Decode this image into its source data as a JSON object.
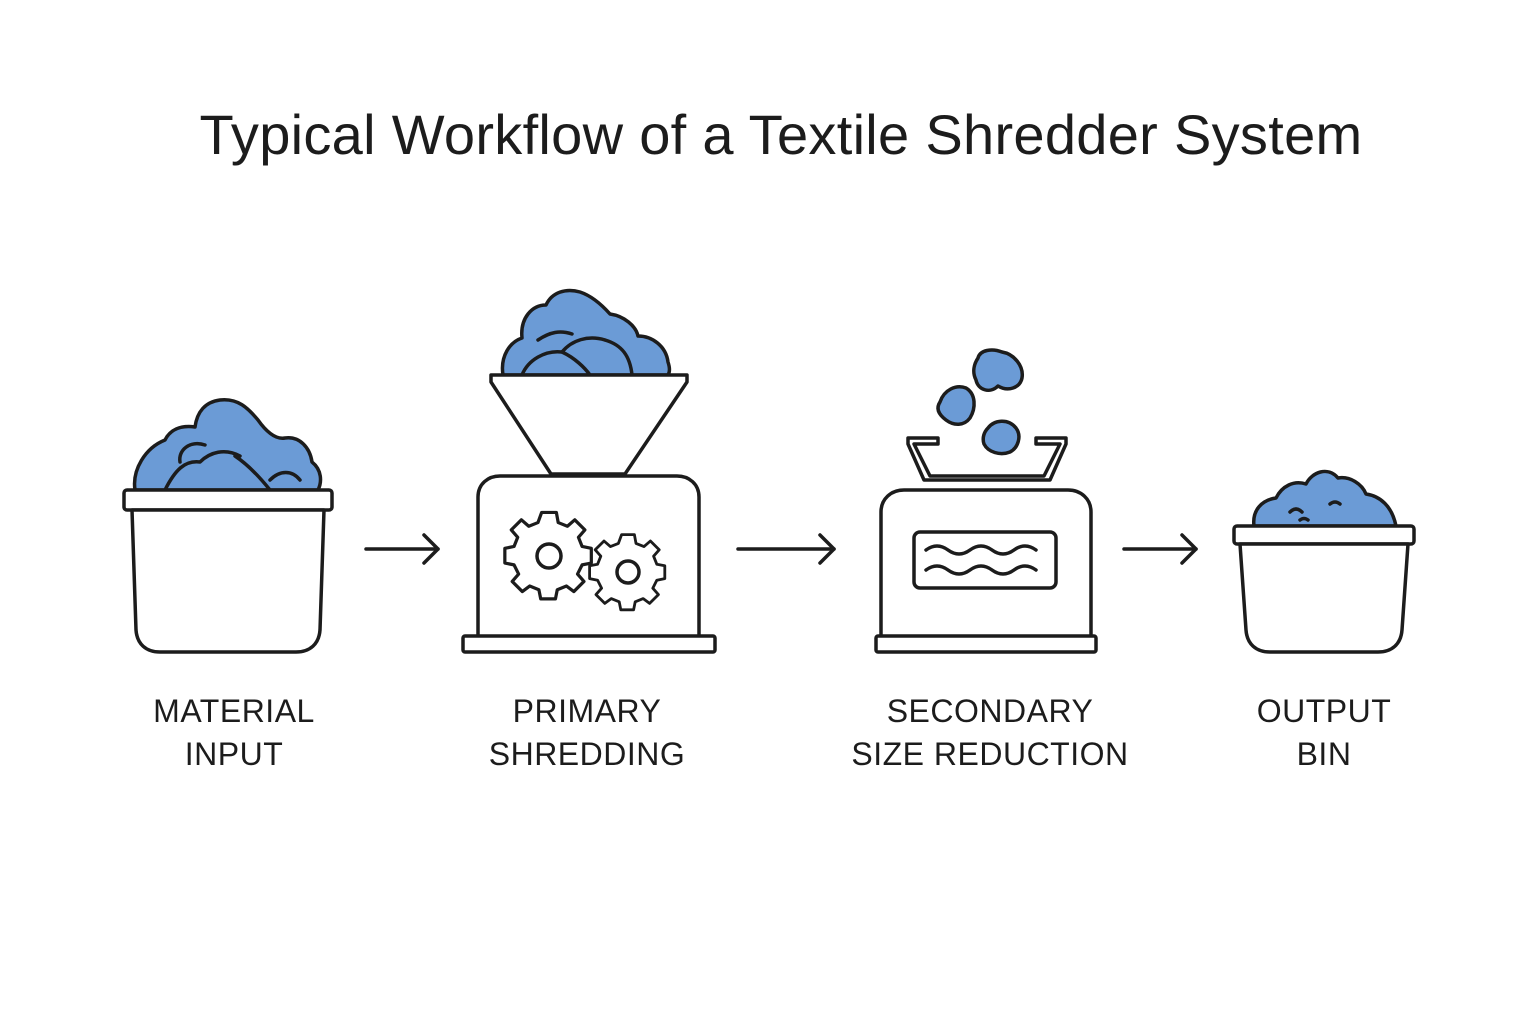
{
  "title": "Typical Workflow of a Textile Shredder System",
  "colors": {
    "material": "#6b9bd6",
    "stroke": "#1c1c1c",
    "background": "#ffffff"
  },
  "steps": [
    {
      "line1": "MATERIAL",
      "line2": "INPUT",
      "icon": "bin-with-textiles-icon"
    },
    {
      "line1": "PRIMARY",
      "line2": "SHREDDING",
      "icon": "gear-shredder-icon"
    },
    {
      "line1": "SECONDARY",
      "line2": "SIZE REDUCTION",
      "icon": "granulator-icon"
    },
    {
      "line1": "OUTPUT",
      "line2": "BIN",
      "icon": "output-bin-icon"
    }
  ]
}
